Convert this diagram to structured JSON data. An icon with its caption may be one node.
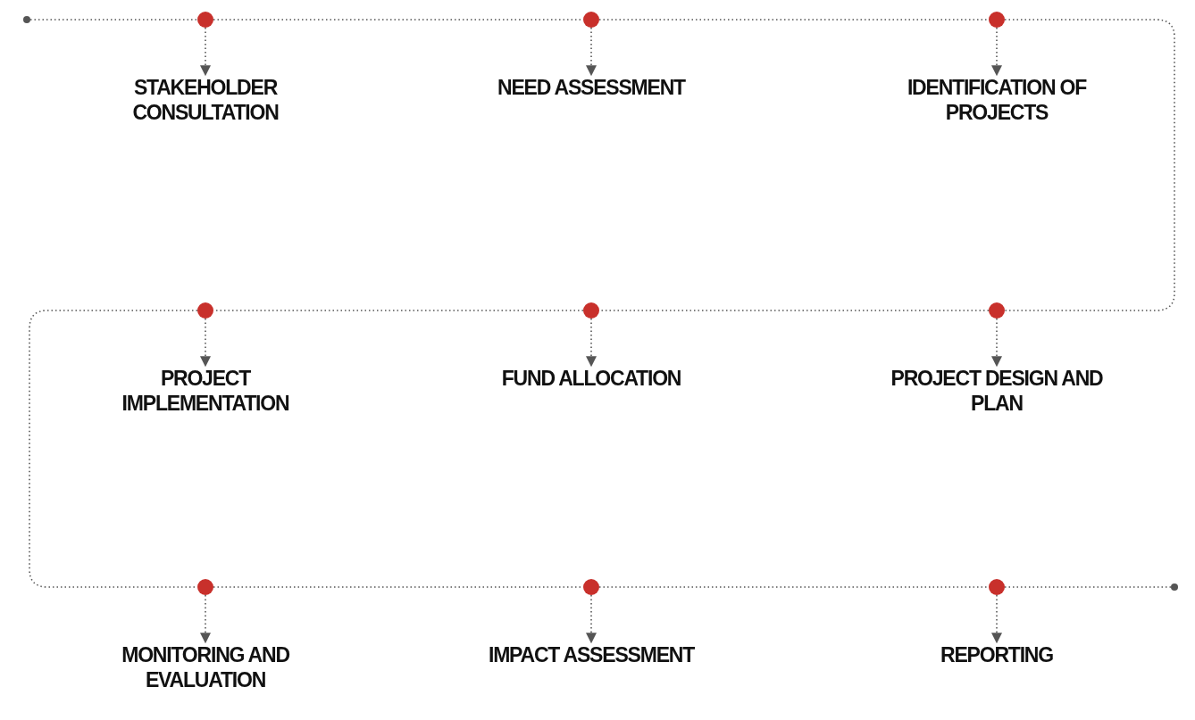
{
  "diagram": {
    "nodes": [
      {
        "text": [],
        "shape": "circle"
      },
      {
        "text": [],
        "shape": "circle"
      },
      {
        "text": [],
        "shape": "circle"
      },
      {
        "text": [],
        "shape": "circle"
      },
      {
        "text": [],
        "shape": "circle"
      },
      {
        "text": [],
        "shape": "circle"
      },
      {
        "text": [],
        "shape": "circle"
      },
      {
        "text": [],
        "shape": "circle"
      },
      {
        "text": [],
        "shape": "circle"
      },
      {
        "text": [],
        "shape": "circle"
      },
      {
        "text": [],
        "shape": "circle"
      },
      {
        "text": [
          "STAKEHOLDER CONSULTATION"
        ]
      },
      {
        "text": [
          "NEED ASSESSMENT"
        ]
      },
      {
        "text": [
          "IDENTIFICATION OF PROJECTS"
        ]
      },
      {
        "text": [
          "PROJECT IMPLEMENTATION"
        ]
      },
      {
        "text": [
          "FUND ALLOCATION"
        ]
      },
      {
        "text": [
          "PROJECT DESIGN AND PLAN"
        ]
      },
      {
        "text": [
          "MONITORING AND EVALUATION"
        ]
      },
      {
        "text": [
          "IMPACT ASSESSMENT"
        ]
      },
      {
        "text": [
          "REPORTING"
        ]
      }
    ],
    "edges": [
      {
        "from": 0,
        "to": 1,
        "arrow": "none",
        "style": "dashed"
      },
      {
        "from": 1,
        "to": 2,
        "arrow": "none",
        "style": "dashed"
      },
      {
        "from": 2,
        "to": 3,
        "arrow": "none",
        "style": "dashed"
      },
      {
        "from": 3,
        "to": 6,
        "arrow": "none",
        "style": "dashed"
      },
      {
        "from": 6,
        "to": 5,
        "arrow": "none",
        "style": "dashed"
      },
      {
        "from": 5,
        "to": 4,
        "arrow": "none",
        "style": "dashed"
      },
      {
        "from": 4,
        "to": 7,
        "arrow": "none",
        "style": "dashed"
      },
      {
        "from": 7,
        "to": 8,
        "arrow": "none",
        "style": "dashed"
      },
      {
        "from": 8,
        "to": 9,
        "arrow": "none",
        "style": "dashed"
      },
      {
        "from": 9,
        "to": 10,
        "arrow": "none",
        "style": "dashed"
      },
      {
        "from": 1,
        "to": 11,
        "arrow": "to",
        "style": "dashed"
      },
      {
        "from": 2,
        "to": 12,
        "arrow": "to",
        "style": "dashed"
      },
      {
        "from": 3,
        "to": 13,
        "arrow": "to",
        "style": "dashed"
      },
      {
        "from": 4,
        "to": 14,
        "arrow": "to",
        "style": "dashed"
      },
      {
        "from": 5,
        "to": 15,
        "arrow": "to",
        "style": "dashed"
      },
      {
        "from": 6,
        "to": 16,
        "arrow": "to",
        "style": "dashed"
      },
      {
        "from": 7,
        "to": 17,
        "arrow": "to",
        "style": "dashed"
      },
      {
        "from": 8,
        "to": 18,
        "arrow": "to",
        "style": "dashed"
      },
      {
        "from": 9,
        "to": 19,
        "arrow": "to",
        "style": "dashed"
      }
    ]
  }
}
